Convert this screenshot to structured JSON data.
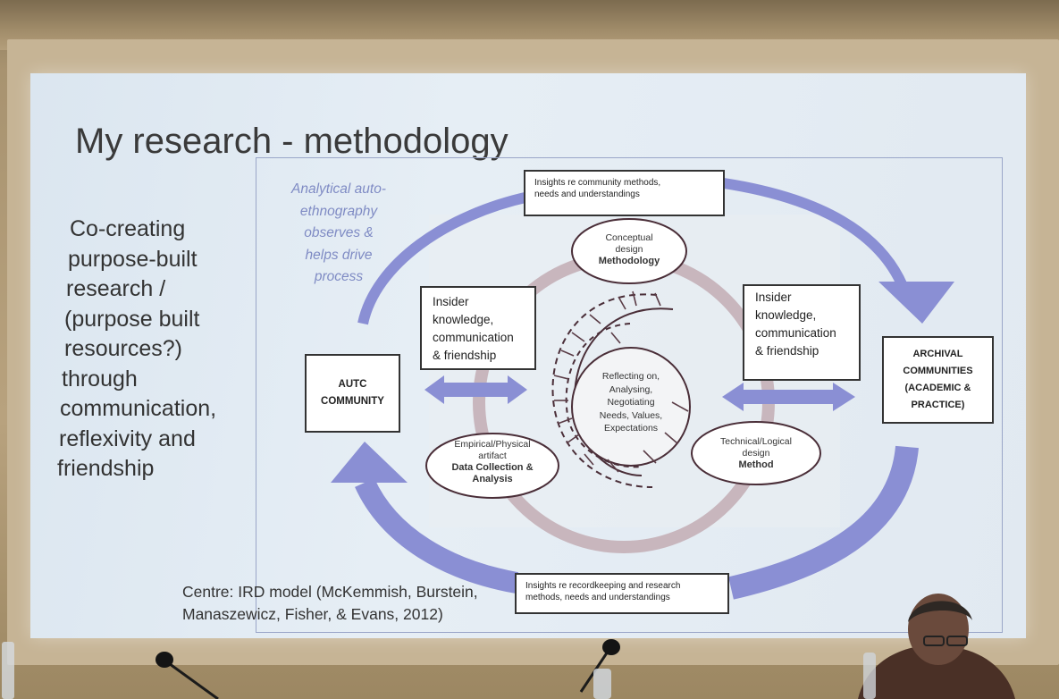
{
  "slide": {
    "title": "My research - methodology",
    "left_lines": [
      "Co-creating",
      "purpose-built",
      "research /",
      "(purpose built",
      "resources?)",
      "through",
      "communication,",
      "reflexivity and",
      "friendship"
    ],
    "citation_lines": [
      "Centre: IRD model (McKemmish, Burstein,",
      "Manaszewicz, Fisher, & Evans, 2012)"
    ]
  },
  "diagram": {
    "auto_ethnography": [
      "Analytical auto-",
      "ethnography",
      "observes &",
      "helps drive",
      "process"
    ],
    "top_box": [
      "Insights re community methods,",
      "needs and understandings"
    ],
    "bottom_box": [
      "Insights re recordkeeping and research",
      "methods, needs and understandings"
    ],
    "left_node": [
      "AUTC",
      "COMMUNITY"
    ],
    "right_node": [
      "ARCHIVAL",
      "COMMUNITIES",
      "(ACADEMIC &",
      "PRACTICE)"
    ],
    "insider_left": [
      "Insider",
      "knowledge,",
      "communication",
      "& friendship"
    ],
    "insider_right": [
      "Insider",
      "knowledge,",
      "communication",
      "& friendship"
    ],
    "conceptual": {
      "lines": [
        "Conceptual",
        "design"
      ],
      "bold": "Methodology"
    },
    "empirical": {
      "lines": [
        "Empirical/Physical",
        "artifact"
      ],
      "bold_lines": [
        "Data Collection &",
        "Analysis"
      ]
    },
    "technical": {
      "lines": [
        "Technical/Logical",
        "design"
      ],
      "bold": "Method"
    },
    "centre": [
      "Reflecting on,",
      "Analysing,",
      "Negotiating",
      "Needs, Values,",
      "Expectations"
    ]
  },
  "colors": {
    "arrow_blue": "#8a8fd4",
    "ring_grey": "#c8b6bd",
    "screen_bg": "#e2eaf2",
    "ao_text": "#7f8bc4"
  }
}
